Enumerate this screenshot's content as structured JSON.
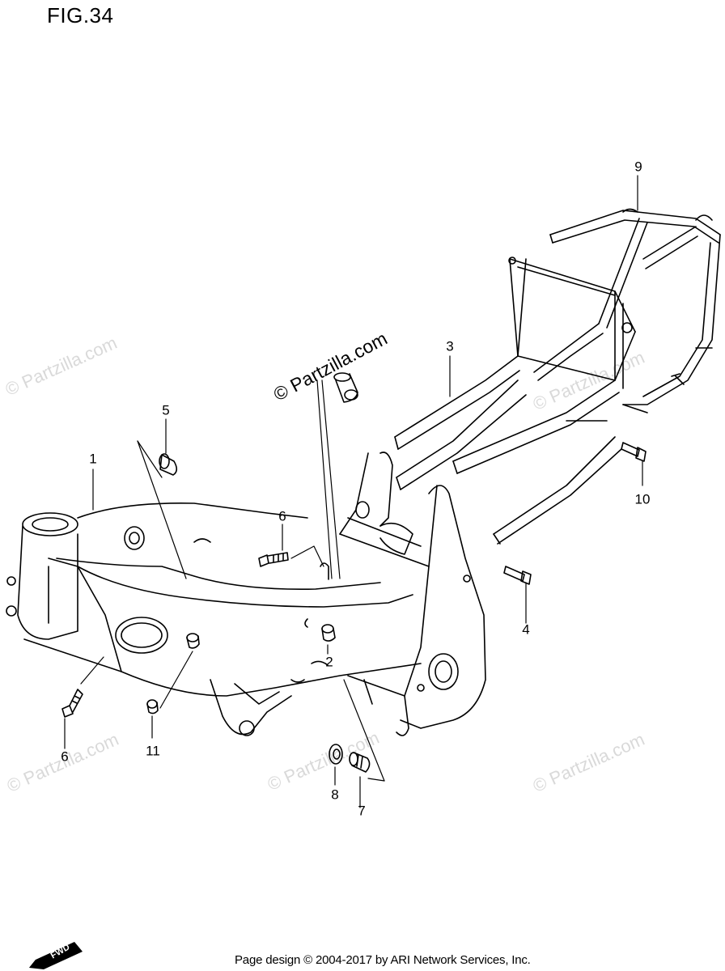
{
  "figure": {
    "title": "FIG.34"
  },
  "callouts": [
    {
      "id": "1",
      "label": "1"
    },
    {
      "id": "2",
      "label": "2"
    },
    {
      "id": "3",
      "label": "3"
    },
    {
      "id": "4",
      "label": "4"
    },
    {
      "id": "5",
      "label": "5"
    },
    {
      "id": "6a",
      "label": "6"
    },
    {
      "id": "6b",
      "label": "6"
    },
    {
      "id": "7",
      "label": "7"
    },
    {
      "id": "8",
      "label": "8"
    },
    {
      "id": "9",
      "label": "9"
    },
    {
      "id": "10",
      "label": "10"
    },
    {
      "id": "11",
      "label": "11"
    }
  ],
  "watermark": {
    "main": "© Partzilla.com",
    "faded": "© Partzilla.com"
  },
  "footer": {
    "text": "Page design © 2004-2017 by ARI Network Services, Inc."
  },
  "badge": {
    "text": "FWD"
  },
  "colors": {
    "line": "#000000",
    "watermark": "#d9d9d9",
    "background": "#ffffff"
  },
  "icons": {
    "badge": "fwd-arrow-icon"
  }
}
